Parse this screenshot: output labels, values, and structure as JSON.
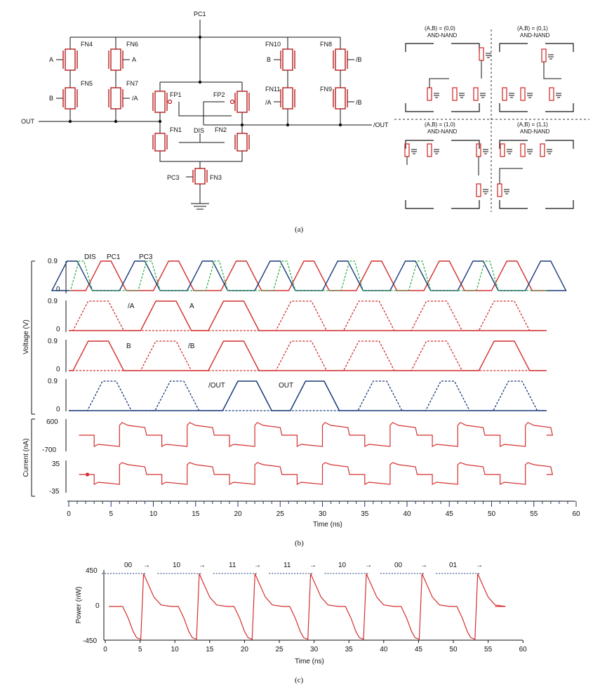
{
  "colors": {
    "red": "#d32f2f",
    "navy": "#1a3a7a",
    "green": "#2fb04b",
    "ink": "#111111"
  },
  "panel_a": {
    "caption": "(a)",
    "node_labels": {
      "pc1": "PC1",
      "out": "OUT",
      "nout": "/OUT",
      "dis": "DIS",
      "pc3": "PC3"
    },
    "transistors": [
      {
        "name": "FN4",
        "gate": "A"
      },
      {
        "name": "FN5",
        "gate": "B"
      },
      {
        "name": "FN6",
        "gate": "A"
      },
      {
        "name": "FN7",
        "gate": "/A"
      },
      {
        "name": "FP1",
        "gate": ""
      },
      {
        "name": "FP2",
        "gate": ""
      },
      {
        "name": "FN10",
        "gate": "B"
      },
      {
        "name": "FN11",
        "gate": "/A"
      },
      {
        "name": "FN8",
        "gate": "/B"
      },
      {
        "name": "FN9",
        "gate": "/B"
      },
      {
        "name": "FN1",
        "gate": ""
      },
      {
        "name": "FN2",
        "gate": ""
      },
      {
        "name": "FN3",
        "gate": ""
      }
    ],
    "cases": [
      {
        "ab": "(A,B) = (0,0)",
        "fn": "AND-NAND"
      },
      {
        "ab": "(A,B) = (0,1)",
        "fn": "AND-NAND"
      },
      {
        "ab": "(A,B) = (1,0)",
        "fn": "AND-NAND"
      },
      {
        "ab": "(A,B) = (1,1)",
        "fn": "AND-NAND"
      }
    ]
  },
  "panel_b": {
    "caption": "(b)",
    "ylabel_voltage": "Voltage (V)",
    "ylabel_current": "Current (nA)",
    "xlabel": "Time (ns)",
    "xticks": [
      "0",
      "5",
      "10",
      "15",
      "20",
      "25",
      "30",
      "35",
      "40",
      "45",
      "50",
      "55",
      "60"
    ],
    "voltage_ticks": [
      "0.9",
      "0"
    ],
    "current1_ticks": [
      "600",
      "-700"
    ],
    "current2_ticks": [
      "35",
      "-35"
    ],
    "signal_labels": {
      "dis": "DIS",
      "pc1": "PC1",
      "pc3": "PC3",
      "na": "/A",
      "a": "A",
      "b": "B",
      "nb": "/B",
      "nout": "/OUT",
      "out": "OUT"
    }
  },
  "panel_c": {
    "caption": "(c)",
    "ylabel": "Power (nW)",
    "xlabel": "Time (ns)",
    "yticks": [
      "450",
      "0",
      "-450"
    ],
    "xticks": [
      "0",
      "5",
      "10",
      "15",
      "20",
      "25",
      "30",
      "35",
      "40",
      "45",
      "50",
      "55",
      "60"
    ],
    "input_sequence": [
      "00",
      "10",
      "11",
      "11",
      "10",
      "00",
      "01"
    ],
    "arrow_glyph": "→"
  }
}
